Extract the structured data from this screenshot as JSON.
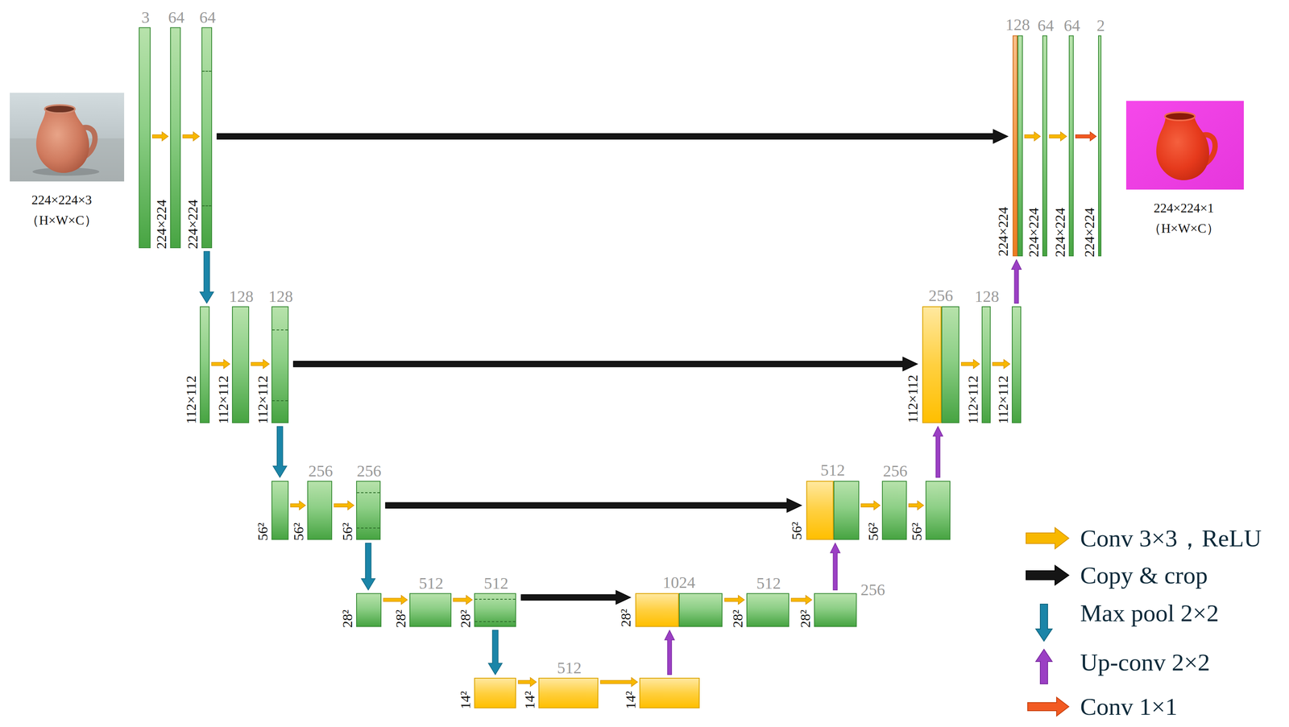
{
  "diagram": {
    "nodes": [
      {
        "text": [
          "3"
        ]
      },
      {
        "text": [
          "64",
          "224×224"
        ]
      },
      {
        "text": [
          "64",
          "224×224"
        ]
      },
      {
        "text": [
          "112×112"
        ]
      },
      {
        "text": [
          "128",
          "112×112"
        ]
      },
      {
        "text": [
          "128",
          "112×112"
        ]
      },
      {
        "text": [
          "56²"
        ]
      },
      {
        "text": [
          "256",
          "56²"
        ]
      },
      {
        "text": [
          "256",
          "56²"
        ]
      },
      {
        "text": [
          "28²"
        ]
      },
      {
        "text": [
          "512",
          "28²"
        ]
      },
      {
        "text": [
          "512",
          "28²"
        ]
      },
      {
        "text": [
          "14²"
        ]
      },
      {
        "text": [
          "512",
          "14²"
        ]
      },
      {
        "text": [
          "14²"
        ]
      },
      {
        "text": [
          "1024",
          "28²"
        ]
      },
      {
        "text": [
          "512",
          "28²"
        ]
      },
      {
        "text": [
          "256",
          "28²"
        ]
      },
      {
        "text": [
          "512",
          "56²"
        ]
      },
      {
        "text": [
          "256",
          "56²"
        ]
      },
      {
        "text": [
          "56²"
        ]
      },
      {
        "text": [
          "256",
          "112×112"
        ]
      },
      {
        "text": [
          "128",
          "112×112"
        ]
      },
      {
        "text": [
          "112×112"
        ]
      },
      {
        "text": [
          "128",
          "224×224"
        ]
      },
      {
        "text": [
          "64",
          "224×224"
        ]
      },
      {
        "text": [
          "64",
          "224×224"
        ]
      },
      {
        "text": [
          "2",
          "224×224"
        ]
      }
    ],
    "edges": [
      {
        "from": 0,
        "to": 1,
        "arrow": "to"
      },
      {
        "from": 1,
        "to": 2,
        "arrow": "to"
      },
      {
        "from": 3,
        "to": 4,
        "arrow": "to"
      },
      {
        "from": 4,
        "to": 5,
        "arrow": "to"
      },
      {
        "from": 6,
        "to": 7,
        "arrow": "to"
      },
      {
        "from": 7,
        "to": 8,
        "arrow": "to"
      },
      {
        "from": 9,
        "to": 10,
        "arrow": "to"
      },
      {
        "from": 10,
        "to": 11,
        "arrow": "to"
      },
      {
        "from": 12,
        "to": 13,
        "arrow": "to"
      },
      {
        "from": 13,
        "to": 14,
        "arrow": "to"
      },
      {
        "from": 15,
        "to": 16,
        "arrow": "to"
      },
      {
        "from": 16,
        "to": 17,
        "arrow": "to"
      },
      {
        "from": 18,
        "to": 19,
        "arrow": "to"
      },
      {
        "from": 19,
        "to": 20,
        "arrow": "to"
      },
      {
        "from": 21,
        "to": 22,
        "arrow": "to"
      },
      {
        "from": 22,
        "to": 23,
        "arrow": "to"
      },
      {
        "from": 24,
        "to": 25,
        "arrow": "to"
      },
      {
        "from": 25,
        "to": 26,
        "arrow": "to"
      },
      {
        "from": 26,
        "to": 27,
        "arrow": "to"
      },
      {
        "from": 2,
        "to": 3,
        "arrow": "to"
      },
      {
        "from": 5,
        "to": 6,
        "arrow": "to"
      },
      {
        "from": 8,
        "to": 9,
        "arrow": "to"
      },
      {
        "from": 11,
        "to": 12,
        "arrow": "to"
      },
      {
        "from": 14,
        "to": 15,
        "arrow": "to"
      },
      {
        "from": 17,
        "to": 18,
        "arrow": "to"
      },
      {
        "from": 20,
        "to": 21,
        "arrow": "to"
      },
      {
        "from": 23,
        "to": 24,
        "arrow": "to"
      },
      {
        "from": 2,
        "to": 24,
        "arrow": "to"
      },
      {
        "from": 5,
        "to": 21,
        "arrow": "to"
      },
      {
        "from": 8,
        "to": 18,
        "arrow": "to"
      },
      {
        "from": 11,
        "to": 15,
        "arrow": "to"
      }
    ],
    "labels": [
      "224×224×3",
      "（H×W×C）",
      "224×224×1",
      "（H×W×C）"
    ],
    "legend": [
      {
        "text": "Conv 3×3，ReLU"
      },
      {
        "text": "Copy & crop"
      },
      {
        "text": "Max pool 2×2"
      },
      {
        "text": "Up-conv 2×2"
      },
      {
        "text": "Conv 1×1"
      }
    ]
  }
}
